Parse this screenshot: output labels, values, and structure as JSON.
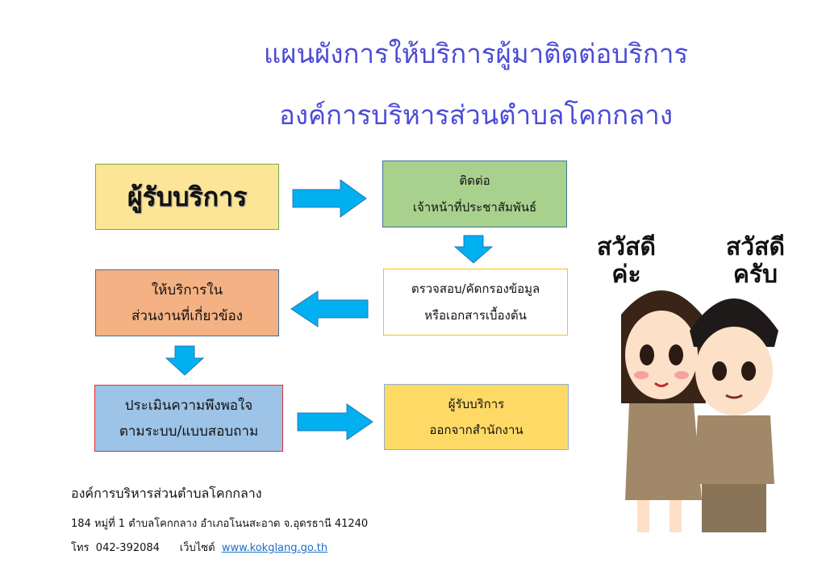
{
  "title": {
    "line1": "แผนผังการให้บริการผู้มาติดต่อบริการ",
    "line2": "องค์การบริหารส่วนตำบลโคกกลาง"
  },
  "steps": [
    {
      "lines": [
        "ผู้รับบริการ"
      ]
    },
    {
      "lines": [
        "ติดต่อ",
        "เจ้าหน้าที่ประชาสัมพันธ์"
      ]
    },
    {
      "lines": [
        "ตรวจสอบ/คัดกรองข้อมูล",
        "หรือเอกสารเบื้องต้น"
      ]
    },
    {
      "lines": [
        "ให้บริการใน",
        "ส่วนงานที่เกี่ยวข้อง"
      ]
    },
    {
      "lines": [
        "ประเมินความพึงพอใจ",
        "ตามระบบ/แบบสอบถาม"
      ]
    },
    {
      "lines": [
        "ผู้รับบริการ",
        "ออกจากสำนักงาน"
      ]
    }
  ],
  "greetings": {
    "female": [
      "สวัสดี",
      "ค่ะ"
    ],
    "male": [
      "สวัสดี",
      "ครับ"
    ]
  },
  "footer": {
    "org": "องค์การบริหารส่วนตำบลโคกกลาง",
    "address": "184 หมู่ที่ 1 ตำบลโคกกลาง  อำเภอโนนสะอาด  จ.อุดรธานี 41240",
    "phone_label": "โทร  042-392084",
    "web_label": "เว็บไซต์",
    "web_link": "www.kokglang.go.th"
  },
  "colors": {
    "title": "#4b4bd8",
    "arrow": "#00b0f0"
  }
}
